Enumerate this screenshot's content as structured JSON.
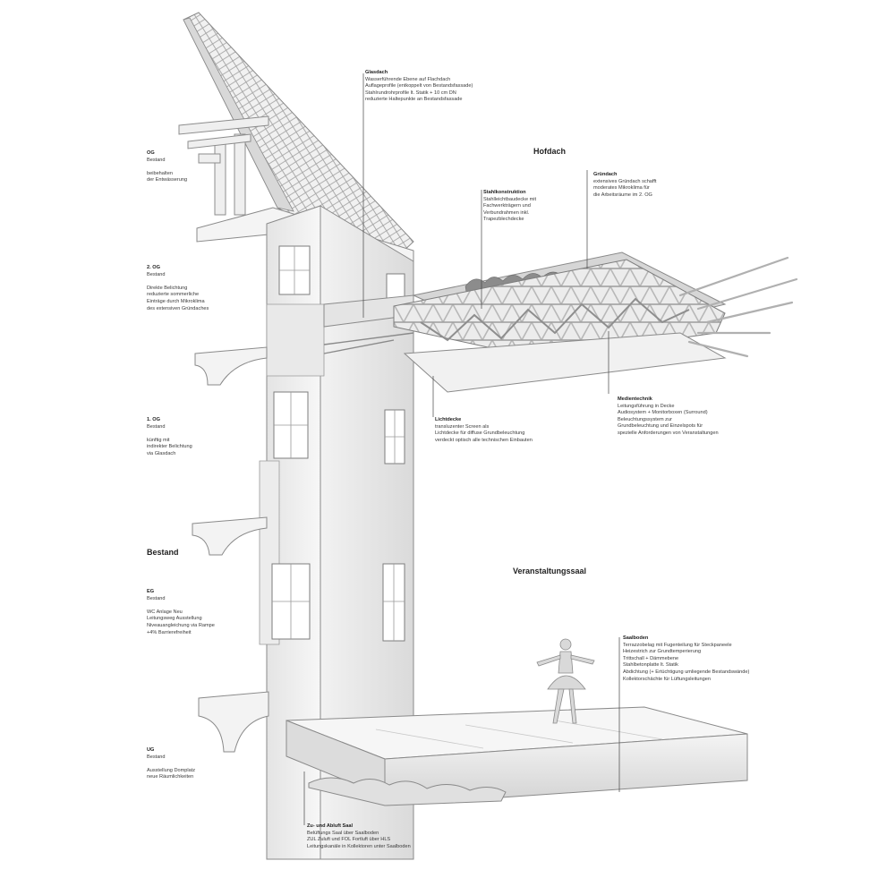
{
  "sections": {
    "hofdach": "Hofdach",
    "bestand": "Bestand",
    "veranstaltungssaal": "Veranstaltungssaal"
  },
  "left_labels": {
    "og_top": {
      "title": "OG",
      "lines": [
        "Bestand",
        "",
        "beibehalten",
        "der Entwässerung"
      ]
    },
    "og2": {
      "title": "2. OG",
      "lines": [
        "Bestand",
        "",
        "Direkte Belichtung",
        "reduzierte sommerliche",
        "Einträge durch Mikroklima",
        "des extensiven Gründaches"
      ]
    },
    "og1": {
      "title": "1. OG",
      "lines": [
        "Bestand",
        "",
        "künftig mit",
        "indirekter Belichtung",
        "via Glasdach"
      ]
    },
    "eg": {
      "title": "EG",
      "lines": [
        "Bestand",
        "",
        "WC Anlage Neu",
        "Leitungsweg Ausstellung",
        "Niveauangleichung via Rampe",
        "+4% Barrierefreiheit"
      ]
    },
    "ug": {
      "title": "UG",
      "lines": [
        "Bestand",
        "",
        "Ausstellung Domplatz",
        "neue Räumlichkeiten"
      ]
    }
  },
  "callouts": {
    "glasdach": {
      "title": "Glasdach",
      "lines": [
        "Wasserführende Ebene auf Flachdach",
        "Auflageprofile (entkoppelt von Bestandsfassade)",
        "Stahlrundrohrprofile lt. Statik + 10 cm DN",
        "reduzierte Haltepunkte an Bestandsfassade"
      ]
    },
    "stahlkonstruktion": {
      "title": "Stahlkonstruktion",
      "lines": [
        "Stahlleichtbaudecke mit",
        "Fachwerkträgern und",
        "Verbundrahmen inkl.",
        "Trapezblechdecke"
      ]
    },
    "gruendach": {
      "title": "Gründach",
      "lines": [
        "extensives Gründach schafft",
        "moderates Mikroklima für",
        "die Arbeitsräume im 2. OG"
      ]
    },
    "lichtdecke": {
      "title": "Lichtdecke",
      "lines": [
        "transluzenter Screen als",
        "Lichtdecke für diffuse Grundbeleuchtung",
        "verdeckt optisch alle technischen Einbauten"
      ]
    },
    "medientechnik": {
      "title": "Medientechnik",
      "lines": [
        "Leitungsführung in Decke",
        "Audiosystem + Monitorboxen (Surround)",
        "Beleuchtungssystem zur",
        "Grundbeleuchtung und Einzelspots für",
        "spezielle Anforderungen von Veranstaltungen"
      ]
    },
    "saalboden": {
      "title": "Saalboden",
      "lines": [
        "Terrazzobelag mit Fugenteilung für Steckpaneele",
        "Heizestrich zur Grundtemperierung",
        "Trittschall + Dämmebene",
        "Stahlbetonplatte lt. Statik",
        "Abdichtung (+ Ertüchtigung umliegende Bestandswände)",
        "Kollektorschächte für Lüftungsleitungen"
      ]
    },
    "zuabluft": {
      "title": "Zu- und Abluft Saal",
      "lines": [
        "Belüftungs Saal über Saalboden",
        "ZUL Zuluft und FOL Fortluft über HLS",
        "Leitungskanäle in Kollektoren unter Saalboden"
      ]
    }
  }
}
